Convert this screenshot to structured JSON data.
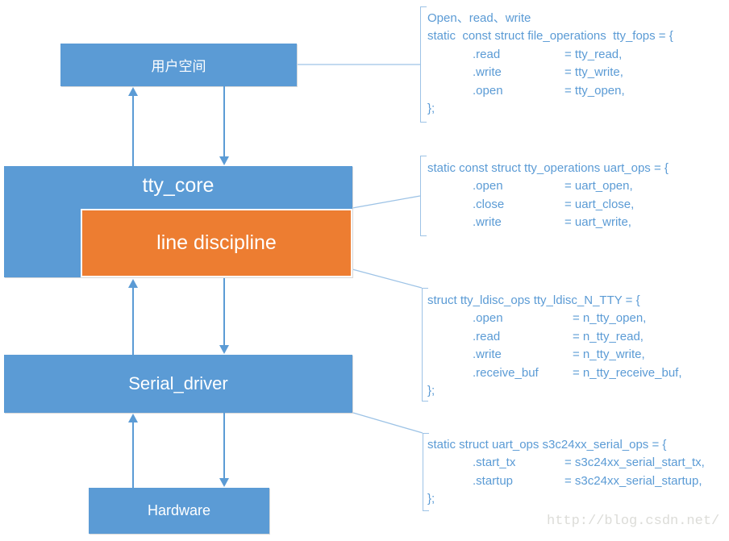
{
  "colors": {
    "box_blue": "#5B9BD5",
    "box_orange": "#ED7D31",
    "code_text": "#5B9BD5",
    "connector_line": "#9DC3E6",
    "arrow": "#5B9BD5",
    "watermark": "#dcdcd8"
  },
  "boxes": {
    "user_space": {
      "label": "用户空间"
    },
    "tty_core": {
      "label": "tty_core"
    },
    "line_discipline": {
      "label": "line discipline"
    },
    "serial_driver": {
      "label": "Serial_driver"
    },
    "hardware": {
      "label": "Hardware"
    }
  },
  "code_blocks": [
    {
      "header_lines": [
        "Open、read、write",
        "static  const struct file_operations  tty_fops = {"
      ],
      "members": [
        {
          "name": ".read",
          "value": "= tty_read,"
        },
        {
          "name": ".write",
          "value": "= tty_write,"
        },
        {
          "name": ".open",
          "value": "= tty_open,"
        }
      ],
      "footer": "};"
    },
    {
      "header_lines": [
        "static const struct tty_operations uart_ops = {"
      ],
      "members": [
        {
          "name": ".open",
          "value": "= uart_open,"
        },
        {
          "name": ".close",
          "value": "= uart_close,"
        },
        {
          "name": ".write",
          "value": "= uart_write,"
        }
      ],
      "footer": ""
    },
    {
      "header_lines": [
        "struct tty_ldisc_ops tty_ldisc_N_TTY = {"
      ],
      "members": [
        {
          "name": ".open",
          "value": "= n_tty_open,"
        },
        {
          "name": ".read",
          "value": "= n_tty_read,"
        },
        {
          "name": ".write",
          "value": "= n_tty_write,"
        },
        {
          "name": ".receive_buf",
          "value": "= n_tty_receive_buf,"
        }
      ],
      "footer": "};"
    },
    {
      "header_lines": [
        "static struct uart_ops s3c24xx_serial_ops = {"
      ],
      "members": [
        {
          "name": ".start_tx",
          "value": "= s3c24xx_serial_start_tx,"
        },
        {
          "name": ".startup",
          "value": "= s3c24xx_serial_startup,"
        }
      ],
      "footer": "};"
    }
  ],
  "watermark": {
    "text": "http://blog.csdn.net/"
  }
}
